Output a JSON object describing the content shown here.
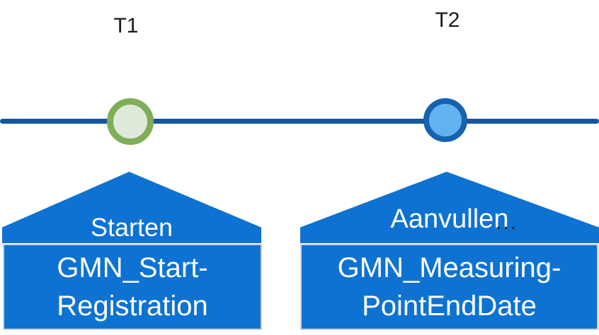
{
  "timeline": {
    "line_color": "#15569f",
    "points": [
      {
        "label": "T1",
        "fill_color": "#dfe9d9",
        "border_color": "#7fae58"
      },
      {
        "label": "T2",
        "fill_color": "#63b1f0",
        "border_color": "#1463ae"
      }
    ]
  },
  "callouts": [
    {
      "title": "Starten",
      "code_line1": "GMN_Start-",
      "code_line2": "Registration",
      "fill_color": "#0e72d2"
    },
    {
      "title": "Aanvullen",
      "ellipsis": "...",
      "code_line1": "GMN_Measuring-",
      "code_line2": "PointEndDate",
      "fill_color": "#0e72d2"
    }
  ]
}
